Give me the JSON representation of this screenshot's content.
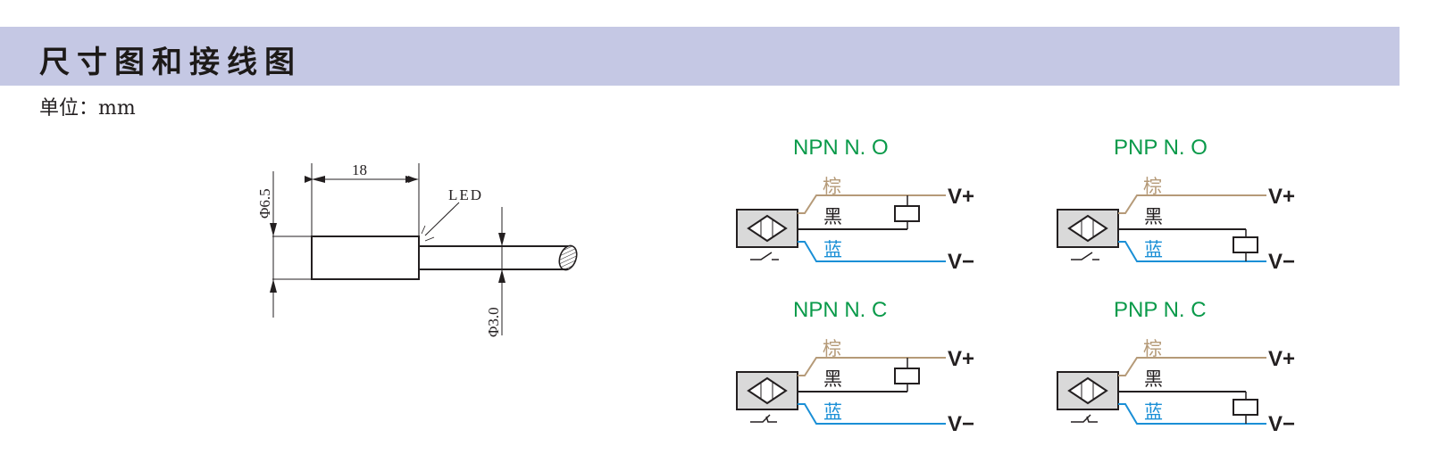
{
  "header": {
    "title": "尺寸图和接线图",
    "unit_label": "单位：mm"
  },
  "dimension_drawing": {
    "body_length": "18",
    "body_diameter": "Φ6.5",
    "cable_diameter": "Φ3.0",
    "led_label": "LED"
  },
  "wiring": {
    "colors": {
      "brown": "#b59a78",
      "black": "#231f20",
      "blue": "#1a8fd6",
      "title_green": "#0a9a4a",
      "sensor_fill": "#d9d9d9",
      "banner": "#c5c8e4"
    },
    "wire_labels": {
      "brown": "棕",
      "black": "黑",
      "blue": "蓝"
    },
    "v_plus": "V+",
    "v_minus": "V−",
    "diagrams": [
      {
        "title": "NPN  N. O",
        "type": "NPN",
        "contact": "NO"
      },
      {
        "title": "PNP  N. O",
        "type": "PNP",
        "contact": "NO"
      },
      {
        "title": "NPN  N. C",
        "type": "NPN",
        "contact": "NC"
      },
      {
        "title": "PNP  N. C",
        "type": "PNP",
        "contact": "NC"
      }
    ]
  }
}
